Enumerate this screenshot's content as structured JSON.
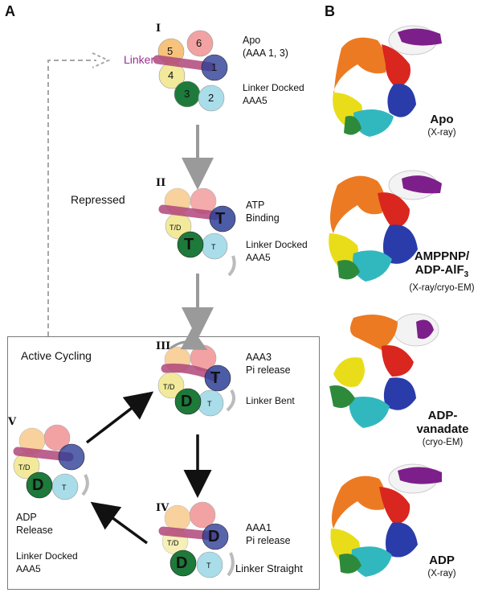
{
  "panels": {
    "a": "A",
    "b": "B"
  },
  "linker_label": "Linker",
  "states": [
    {
      "roman": "I",
      "lines": [
        "Apo",
        "(AAA 1, 3)"
      ],
      "sub_lines": [
        "Linker Docked",
        "AAA5"
      ],
      "rings": [
        "1",
        "2",
        "3",
        "4",
        "5",
        "6"
      ]
    },
    {
      "roman": "II",
      "lines": [
        "ATP",
        "Binding"
      ],
      "sub_lines": [
        "Linker Docked",
        "AAA5"
      ],
      "rings": [
        "T",
        "T",
        "T",
        "T/D"
      ]
    },
    {
      "roman": "III",
      "lines": [
        "AAA3",
        "Pi release"
      ],
      "sub_lines": [
        "Linker Bent"
      ],
      "rings": [
        "T",
        "T",
        "D",
        "T/D"
      ]
    },
    {
      "roman": "IV",
      "lines": [
        "AAA1",
        "Pi release"
      ],
      "sub_lines": [
        "Linker Straight"
      ],
      "rings": [
        "D",
        "T",
        "D",
        "T/D"
      ]
    },
    {
      "roman": "V",
      "lines": [
        "ADP",
        "Release"
      ],
      "sub_lines": [
        "Linker Docked",
        "AAA5"
      ],
      "rings": [
        "T/D",
        "D",
        "T"
      ]
    }
  ],
  "repressed_label": "Repressed",
  "active_cycling_label": "Active Cycling",
  "structures": [
    {
      "name": "Apo",
      "method": "(X-ray)"
    },
    {
      "name_line1": "AMPPNP/",
      "name_line2": "ADP-AlF",
      "name_sub": "3",
      "method": "(X-ray/cryo-EM)"
    },
    {
      "name_line1": "ADP-",
      "name_line2": "vanadate",
      "method": "(cryo-EM)"
    },
    {
      "name": "ADP",
      "method": "(X-ray)"
    }
  ],
  "colors": {
    "aaa1": "#2e3f96",
    "aaa2": "#a9dde9",
    "aaa3": "#1d7a3a",
    "aaa4": "#f2ea9a",
    "aaa5": "#f6c27c",
    "aaa6": "#f2a2a2",
    "linker": "#b0477a",
    "linker_text": "#9a2f8c",
    "arrow_gray": "#9a9a9a",
    "arrow_black": "#111111"
  }
}
